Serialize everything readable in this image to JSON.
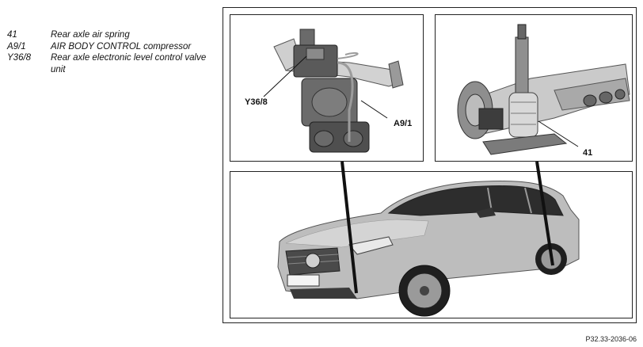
{
  "legend": [
    {
      "code": "41",
      "text": "Rear axle air spring"
    },
    {
      "code": "A9/1",
      "text": "AIR BODY CONTROL compressor"
    },
    {
      "code": "Y36/8",
      "text": "Rear axle electronic level control valve unit"
    }
  ],
  "callouts": {
    "valve_unit": "Y36/8",
    "compressor": "A9/1",
    "air_spring": "41"
  },
  "reference": "P32.33-2036-06",
  "colors": {
    "line": "#111111",
    "metal_light": "#c9c9c9",
    "metal_dark": "#4a4a4a",
    "car_body": "#b9b9b9",
    "car_shadow": "#7d7d7d"
  }
}
